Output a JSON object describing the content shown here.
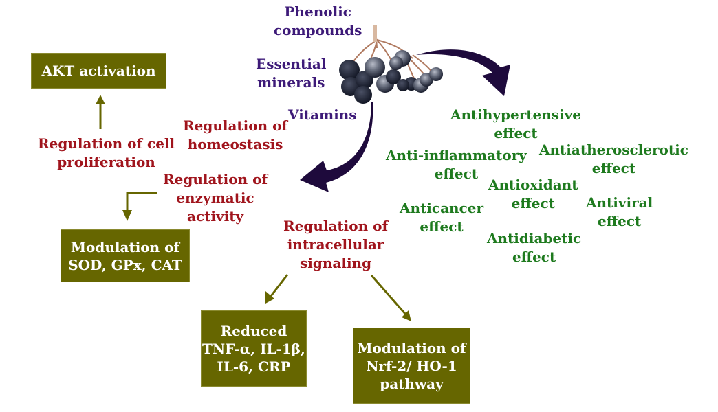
{
  "colors": {
    "box_fill": "#666600",
    "box_text": "#ffffff",
    "source_text": "#3d1a78",
    "mechanism_text": "#a0141c",
    "effect_text": "#1e7a1e",
    "small_arrow": "#666600",
    "big_arrow": "#1e0a3c"
  },
  "sources": {
    "phenolic": [
      "Phenolic",
      "compounds"
    ],
    "minerals": [
      "Essential",
      "minerals"
    ],
    "vitamins": "Vitamins"
  },
  "mechanisms": {
    "cell_proliferation": [
      "Regulation of cell",
      "proliferation"
    ],
    "homeostasis": [
      "Regulation of",
      "homeostasis"
    ],
    "enzymatic": [
      "Regulation of",
      "enzymatic",
      "activity"
    ],
    "intracellular": [
      "Regulation of",
      "intracellular",
      "signaling"
    ]
  },
  "boxes": {
    "akt": [
      "AKT activation"
    ],
    "sod": [
      "Modulation of",
      "SOD, GPx, CAT"
    ],
    "reduced": [
      "Reduced",
      "TNF-α, IL-1β,",
      "IL-6, CRP"
    ],
    "nrf": [
      "Modulation of",
      "Nrf-2/ HO-1",
      "pathway"
    ]
  },
  "effects": {
    "antihypertensive": [
      "Antihypertensive",
      "effect"
    ],
    "anti_inflammatory": [
      "Anti-inflammatory",
      "effect"
    ],
    "antiatherosclerotic": [
      "Antiatherosclerotic",
      "effect"
    ],
    "antioxidant": [
      "Antioxidant",
      "effect"
    ],
    "anticancer": [
      "Anticancer",
      "effect"
    ],
    "antiviral": [
      "Antiviral",
      "effect"
    ],
    "antidiabetic": [
      "Antidiabetic",
      "effect"
    ]
  }
}
